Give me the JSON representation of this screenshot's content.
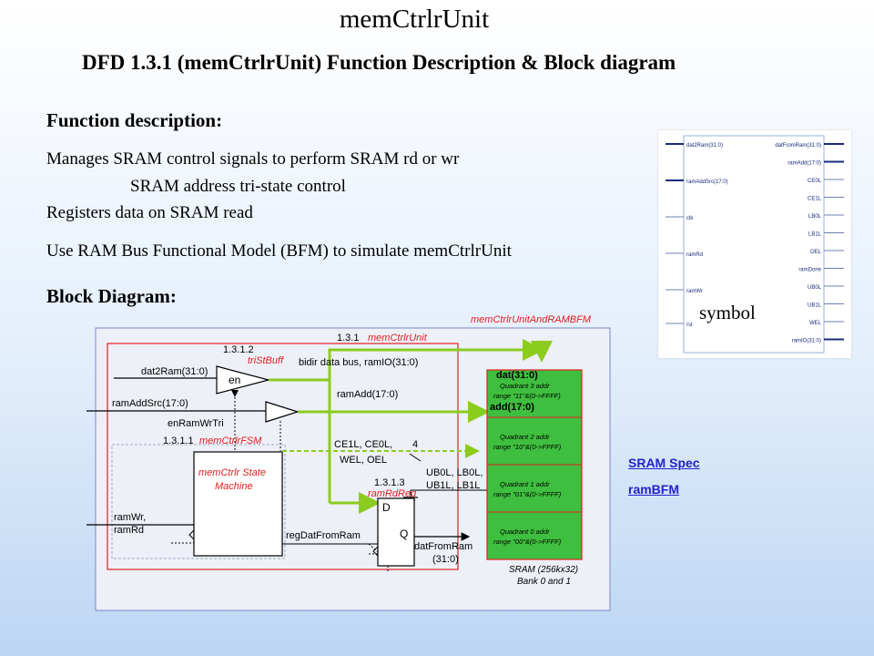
{
  "slide": {
    "title": "memCtrlrUnit",
    "subtitle": "DFD 1.3.1 (memCtrlrUnit) Function Description & Block diagram",
    "function_heading": "Function description:",
    "function_lines": [
      "Manages SRAM control signals to perform SRAM rd or wr",
      "SRAM address tri-state control",
      "Registers data on SRAM read",
      "Use RAM Bus Functional Model (BFM) to simulate memCtrlrUnit"
    ],
    "block_heading": "Block Diagram:",
    "symbol_label": "symbol"
  },
  "symbol": {
    "left_pins": [
      "dat2Ram(31:0)",
      "ramAddSrc(17:0)",
      "clk",
      "ramRd",
      "ramWr",
      "rst"
    ],
    "right_pins": [
      "datFromRam(31:0)",
      "ramAdd(17:0)",
      "CE0L",
      "CE1L",
      "LB0L",
      "LB1L",
      "OEL",
      "ramDone",
      "UB0L",
      "UB1L",
      "WEL",
      "ramIO(31:0)"
    ]
  },
  "links": {
    "sram_spec": "SRAM Spec",
    "ram_bfm": "ramBFM"
  },
  "diagram": {
    "outer_label": "memCtrlrUnitAndRAMBFM",
    "unit_id": "1.3.1",
    "unit_name": "memCtrlrUnit",
    "buff_id": "1.3.1.2",
    "buff_name": "triStBuff",
    "buff_inner": "en",
    "bidir": "bidir data bus, ramIO(31:0)",
    "dat2ram": "dat2Ram(31:0)",
    "ramaddsrc": "ramAddSrc(17:0)",
    "enramwrtri": "enRamWrTri",
    "ramadd": "ramAdd(17:0)",
    "fsm_id": "1.3.1.1",
    "fsm_name": "memCtrlrFSM",
    "ce_line1": "CE1L, CE0L,",
    "ce_width": "4",
    "ce_line2": "WEL, OEL",
    "fsm_box_line1": "memCtrlr State",
    "fsm_box_line2": "Machine",
    "ub_line1": "UB0L, LB0L,",
    "ub_line2": "UB1L, LB1L",
    "reg_id": "1.3.1.3",
    "reg_name": "ramRdReg",
    "reg_d": "D",
    "reg_q": "Q",
    "ramwr_line1": "ramWr,",
    "ramwr_line2": "ramRd",
    "regdat": "regDatFromRam",
    "datfrom_line1": "datFromRam",
    "datfrom_line2": "(31:0)",
    "sram_dat": "dat(31:0)",
    "sram_add": "add(17:0)",
    "quadrants": [
      {
        "name": "Quadrant 3 addr",
        "range": "range \"11\"&(0->FFFF)"
      },
      {
        "name": "Quadrant 2 addr",
        "range": "range \"10\"&(0->FFFF)"
      },
      {
        "name": "Quadrant 1 addr",
        "range": "range \"01\"&(0->FFFF)"
      },
      {
        "name": "Quadrant 0 addr",
        "range": "range \"00\"&(0->FFFF)"
      }
    ],
    "sram_line1": "SRAM (256kx32)",
    "sram_line2": "Bank 0 and 1"
  },
  "colors": {
    "accent_red": "#e02020",
    "bus_green": "#8ccc1f",
    "sram_green": "#3fbf3f",
    "link_blue": "#2323c8"
  }
}
